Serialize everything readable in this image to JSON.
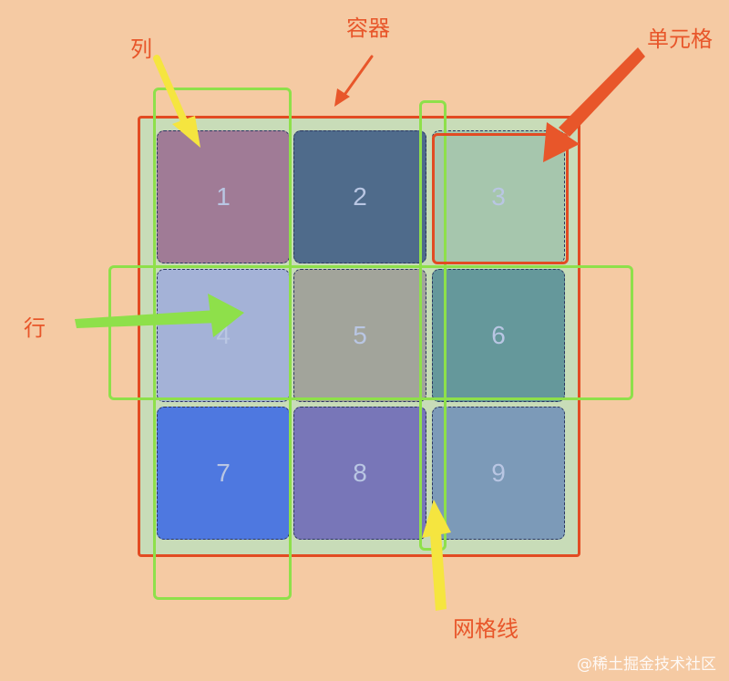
{
  "labels": {
    "column": "列",
    "container": "容器",
    "cell": "单元格",
    "row": "行",
    "grid_line": "网格线"
  },
  "cells": [
    {
      "num": "1",
      "color": "#a07b96"
    },
    {
      "num": "2",
      "color": "#4f6b8b"
    },
    {
      "num": "3",
      "color": "#a6c6ad"
    },
    {
      "num": "4",
      "color": "#a4b2d7"
    },
    {
      "num": "5",
      "color": "#a2a49b"
    },
    {
      "num": "6",
      "color": "#65989b"
    },
    {
      "num": "7",
      "color": "#4e78e0"
    },
    {
      "num": "8",
      "color": "#7876b8"
    },
    {
      "num": "9",
      "color": "#7c9ab8"
    }
  ],
  "colors": {
    "background": "#f5caa3",
    "container_fill": "#c8dcb8",
    "container_border": "#e24b22",
    "highlight_green": "#8ee04a",
    "arrow_yellow": "#f5e53f",
    "arrow_orange": "#e8562a",
    "label_color": "#e8562a"
  },
  "watermark": "@稀土掘金技术社区"
}
